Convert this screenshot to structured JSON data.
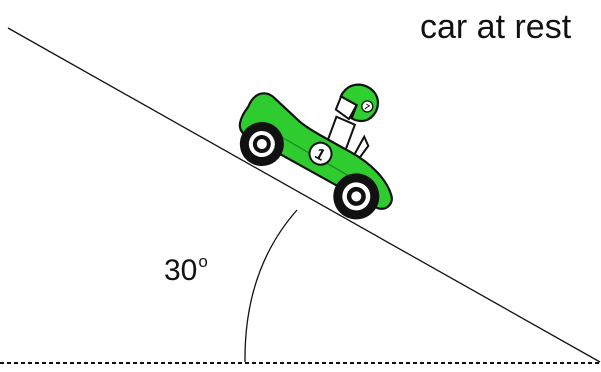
{
  "caption": "car at rest",
  "angle": {
    "value": "30",
    "unit": "o"
  },
  "car": {
    "number": "1",
    "helmet_number": "7"
  },
  "colors": {
    "car_green": "#2ecc2e",
    "helmet_green": "#2fcf2f",
    "line": "#111111"
  }
}
